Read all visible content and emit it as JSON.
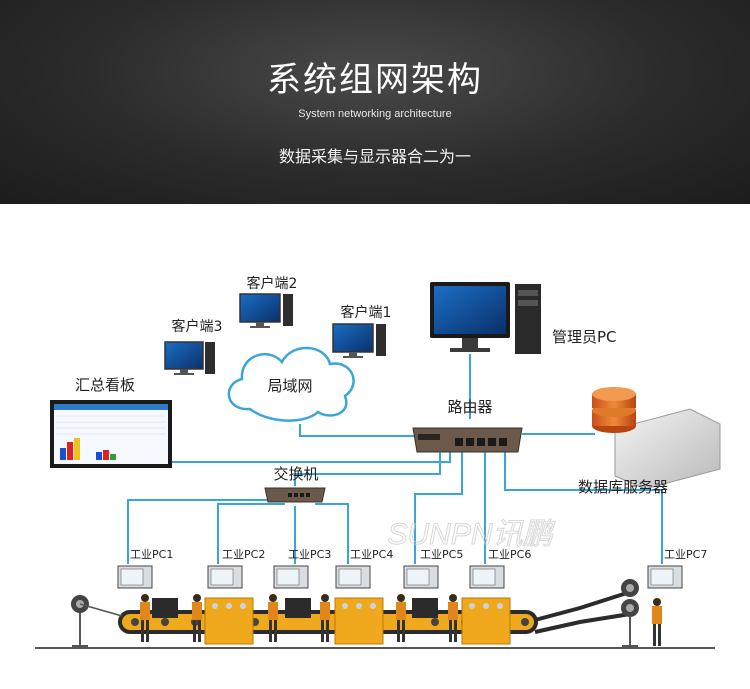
{
  "header": {
    "title": "系统组网架构",
    "subtitle": "System networking architecture",
    "description": "数据采集与显示器合二为一"
  },
  "nodes": {
    "client1": "客户端1",
    "client2": "客户端2",
    "client3": "客户端3",
    "lan": "局域网",
    "admin_pc": "管理员PC",
    "router": "路由器",
    "db_server": "数据库服务器",
    "dashboard": "汇总看板",
    "switch": "交换机"
  },
  "industrial_pcs": [
    "工业PC1",
    "工业PC2",
    "工业PC3",
    "工业PC4",
    "工业PC5",
    "工业PC6",
    "工业PC7"
  ],
  "watermark": "SUNPN讯鹏",
  "colors": {
    "link": "#3aa6d8",
    "banner": "#2b2b2b",
    "conveyor": "#f0a81c"
  }
}
